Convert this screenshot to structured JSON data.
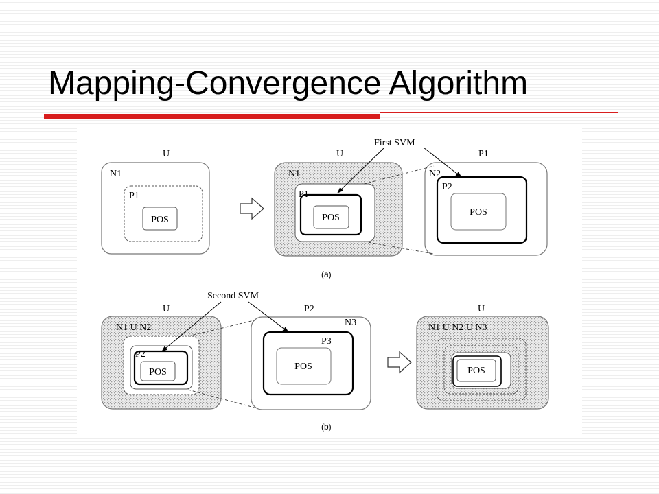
{
  "slide": {
    "title": "Mapping-Convergence Algorithm",
    "accent_color": "#d81e1e"
  },
  "figure": {
    "part_a": {
      "caption": "(a)",
      "arrow_label": "First SVM",
      "box1": {
        "outer": "U",
        "region": "N1",
        "inner": "P1",
        "core": "POS"
      },
      "box2": {
        "outer": "U",
        "region": "N1",
        "inner": "P1",
        "core": "POS"
      },
      "box3": {
        "outer": "P1",
        "region": "N2",
        "inner": "P2",
        "core": "POS"
      }
    },
    "part_b": {
      "caption": "(b)",
      "arrow_label": "Second SVM",
      "box1": {
        "outer": "U",
        "region": "N1 U N2",
        "inner": "P2",
        "core": "POS"
      },
      "box2": {
        "outer": "P2",
        "region": "N3",
        "inner": "P3",
        "core": "POS"
      },
      "box3": {
        "outer": "U",
        "region": "N1 U N2 U N3",
        "core": "POS"
      }
    }
  }
}
